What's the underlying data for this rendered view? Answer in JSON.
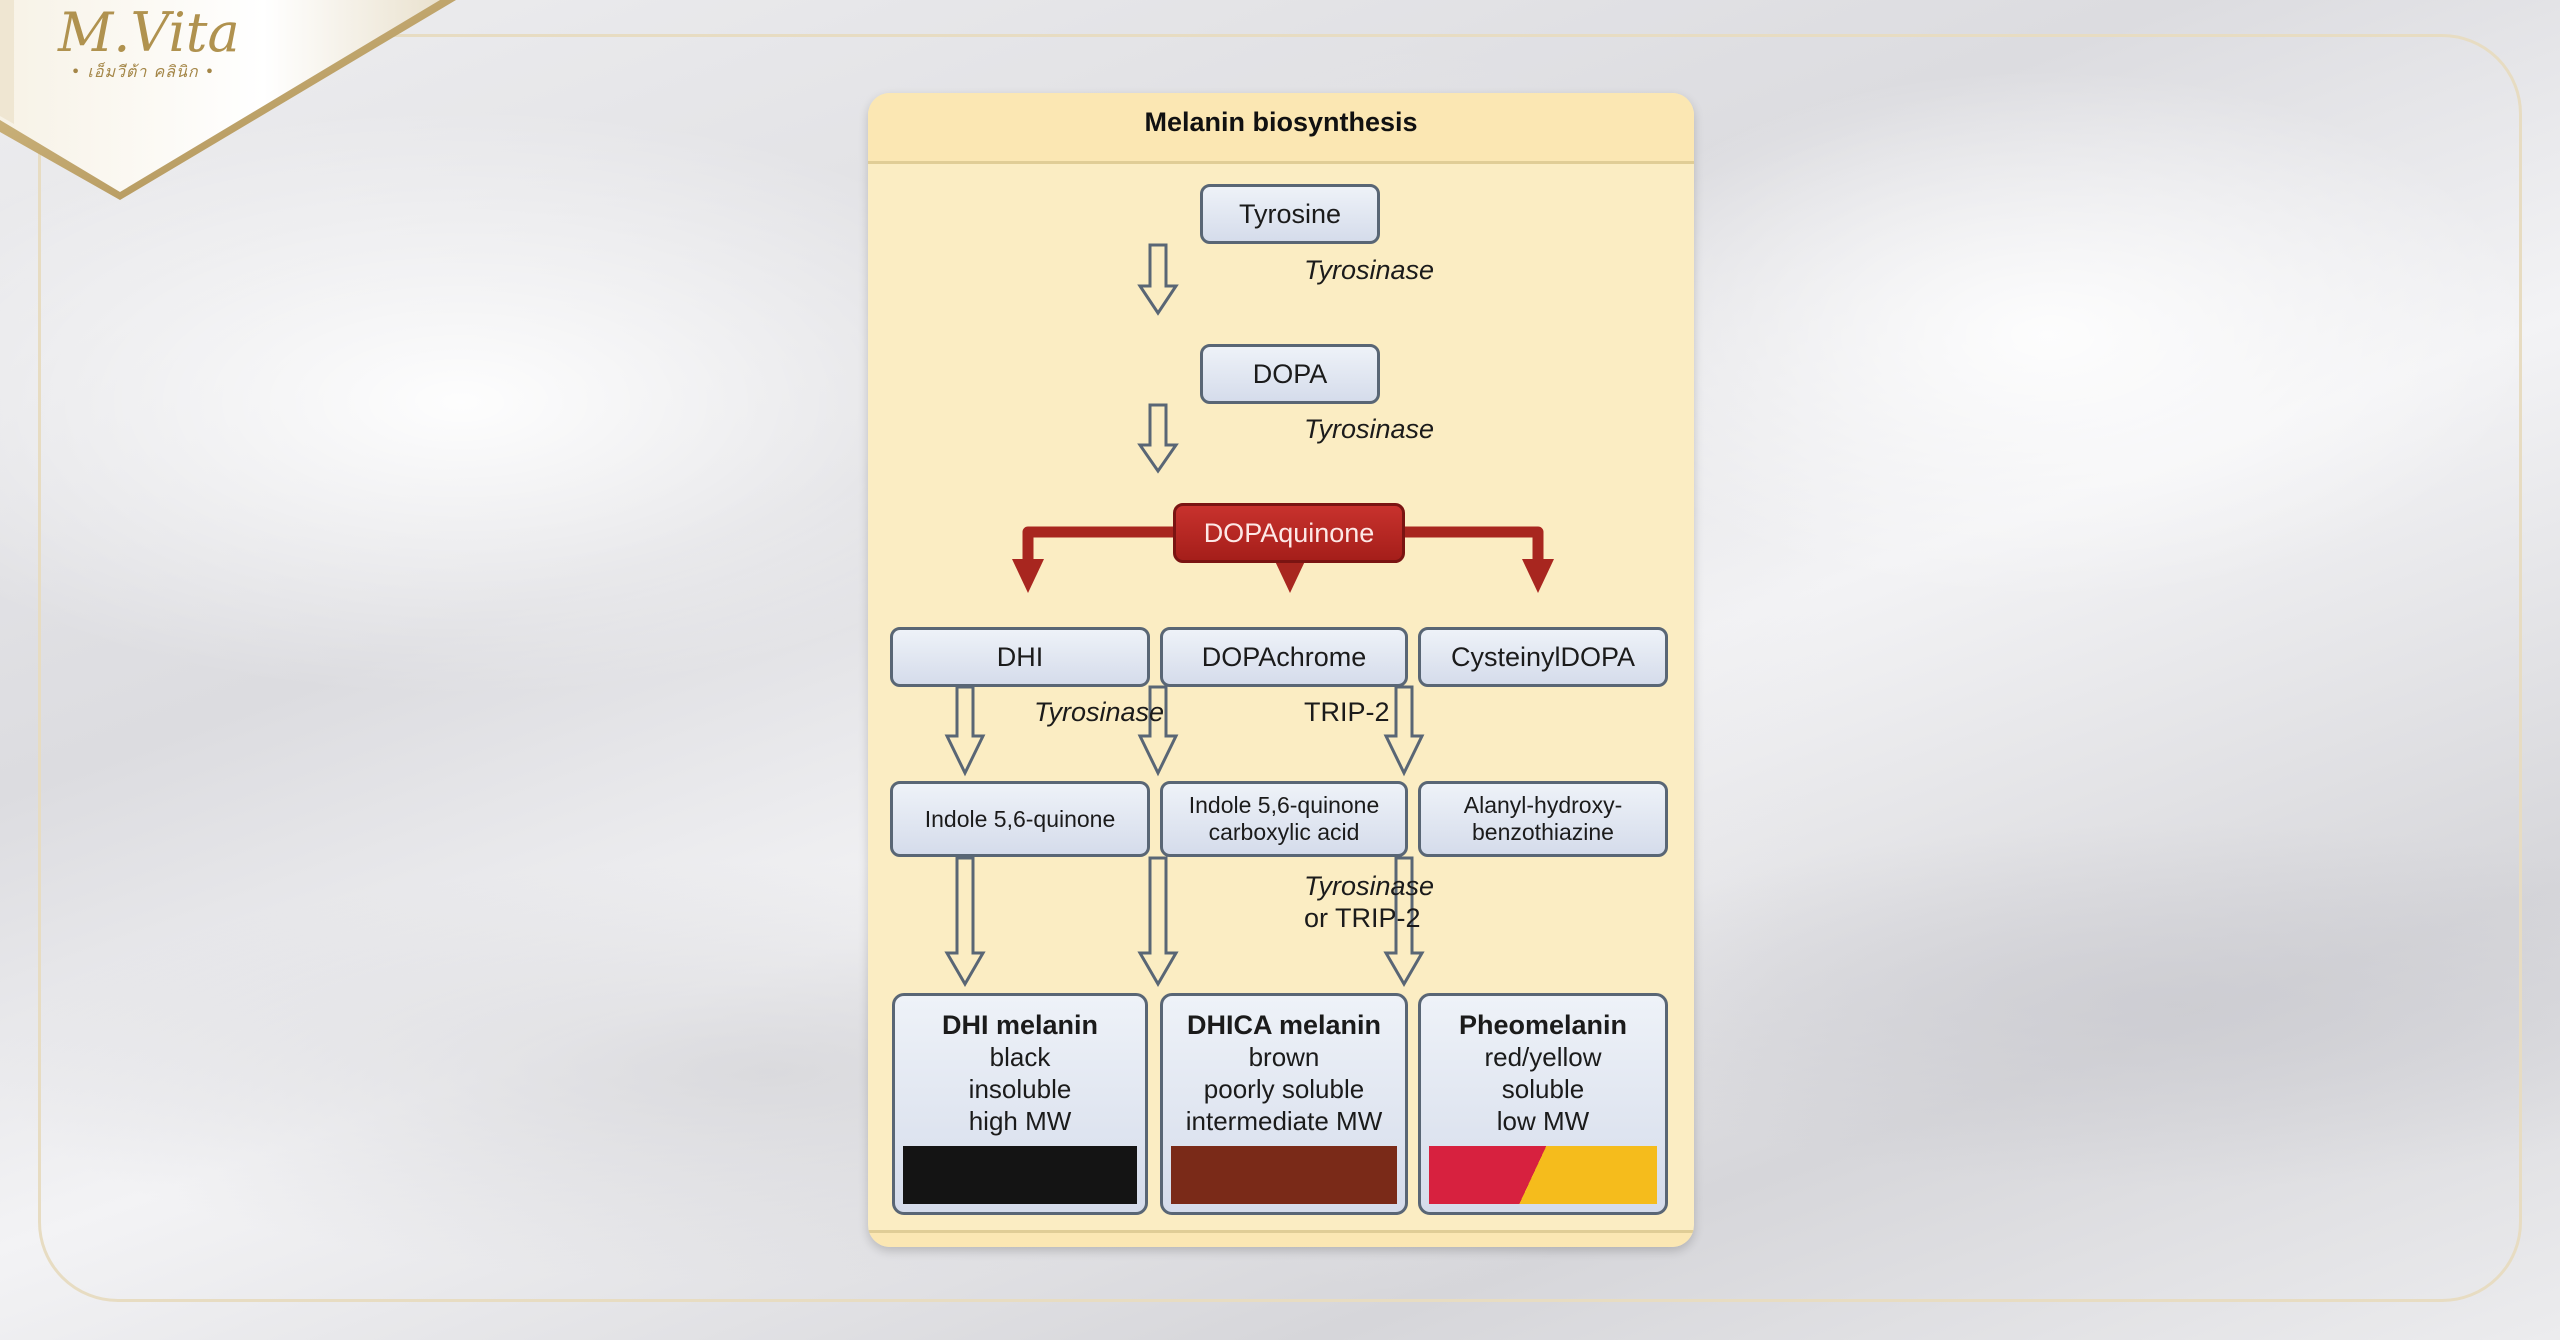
{
  "logo": {
    "brand": "M.Vita",
    "sub": "• เอ็มวีต้า คลินิก •"
  },
  "diagram": {
    "title": "Melanin biosynthesis",
    "nodes": {
      "tyrosine": "Tyrosine",
      "dopa": "DOPA",
      "dopaquinone": "DOPAquinone",
      "dhi": "DHI",
      "dopachrome": "DOPAchrome",
      "cysteinyldopa": "CysteinylDOPA",
      "indole_quinone": "Indole 5,6-quinone",
      "indole_quinone_ca_1": "Indole 5,6-quinone",
      "indole_quinone_ca_2": "carboxylic acid",
      "alanyl_1": "Alanyl-hydroxy-",
      "alanyl_2": "benzothiazine"
    },
    "enzymes": {
      "e1": "Tyrosinase",
      "e2": "Tyrosinase",
      "e3": "Tyrosinase",
      "e4": "TRIP-2",
      "e5_1": "Tyrosinase",
      "e5_2": "or TRIP-2"
    },
    "results": [
      {
        "title": "DHI melanin",
        "lines": [
          "black",
          "insoluble",
          "high MW"
        ],
        "color": "#141414"
      },
      {
        "title": "DHICA melanin",
        "lines": [
          "brown",
          "poorly soluble",
          "intermediate MW"
        ],
        "color": "#7a2a18"
      },
      {
        "title": "Pheomelanin",
        "lines": [
          "red/yellow",
          "soluble",
          "low MW"
        ],
        "colors": [
          "#d7213f",
          "#f5bc1c"
        ]
      }
    ],
    "colors": {
      "panel": "#fbedc3",
      "node_fill": "#dfe5ef",
      "node_border": "#596675",
      "key_node": "#b8231f",
      "red_arrow": "#a8261f"
    }
  }
}
